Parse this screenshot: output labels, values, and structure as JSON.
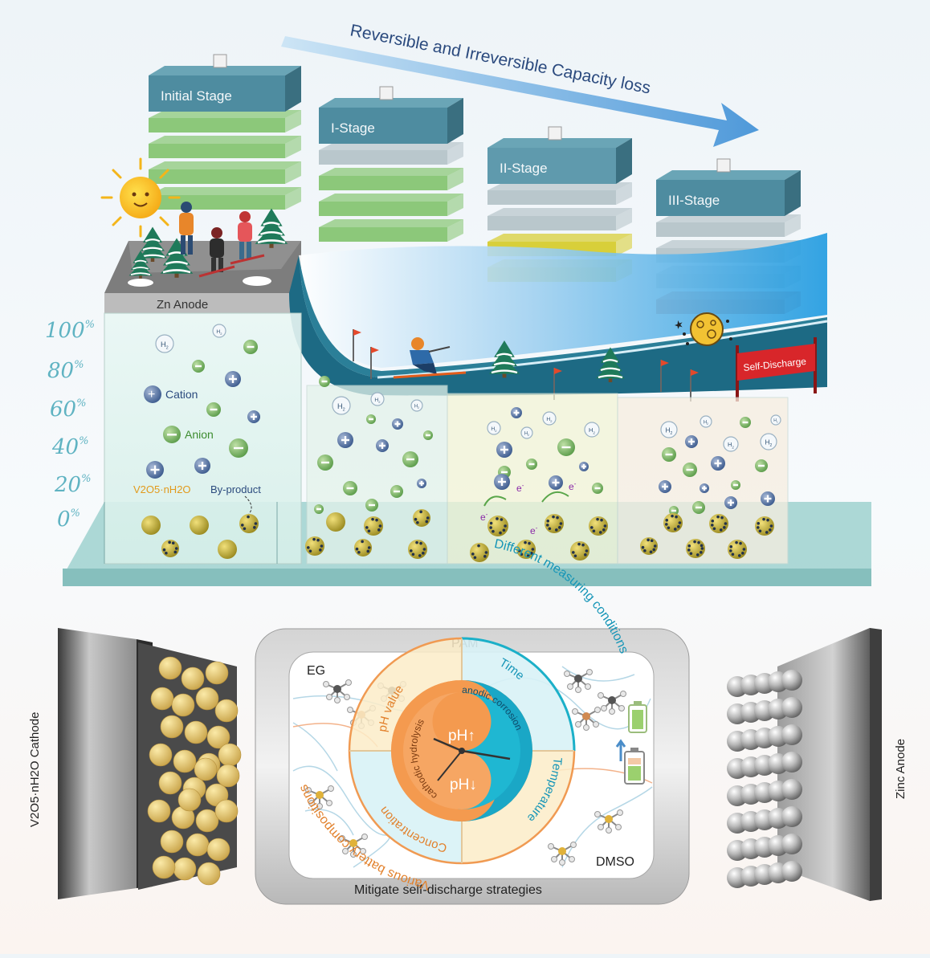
{
  "top": {
    "arrow_title": "Reversible and Irreversible Capacity loss",
    "stages": [
      "Initial Stage",
      "I-Stage",
      "II-Stage",
      "III-Stage"
    ],
    "zn_anode": "Zn Anode",
    "self_discharge": "Self-Discharge",
    "percent_axis": [
      "100%",
      "80%",
      "60%",
      "40%",
      "20%",
      "0%"
    ],
    "legend": {
      "cation": "Cation",
      "anion": "Anion",
      "byproduct": "By-product",
      "cathode_formula": "V2O5·nH2O"
    },
    "molecule": "H2",
    "electron": "e-",
    "colors": {
      "layer_green": "#8cc87a",
      "layer_yellow": "#d8cf3a",
      "layer_red": "#c87868",
      "roof": "#4e8ca0",
      "slope": "#1f97db"
    }
  },
  "bottom": {
    "cathode_label": "V2O5·nH2O Cathode",
    "zinc_label": "Zinc Anode",
    "pam": "PAM",
    "strategies": "Mitigate self-discharge strategies",
    "eg": "EG",
    "dmso": "DMSO",
    "ring_outer": {
      "left": "Various battery compositions",
      "right": "Different measuring conditions"
    },
    "quadrants": {
      "ph_value": "pH value",
      "time": "Time",
      "temperature": "Temperature",
      "concentration": "Concentration"
    },
    "inner": {
      "ph_up": "pH↑",
      "ph_down": "pH↓",
      "anodic": "anodic corrosion",
      "cathodic": "cathodic hydrolysis"
    }
  }
}
